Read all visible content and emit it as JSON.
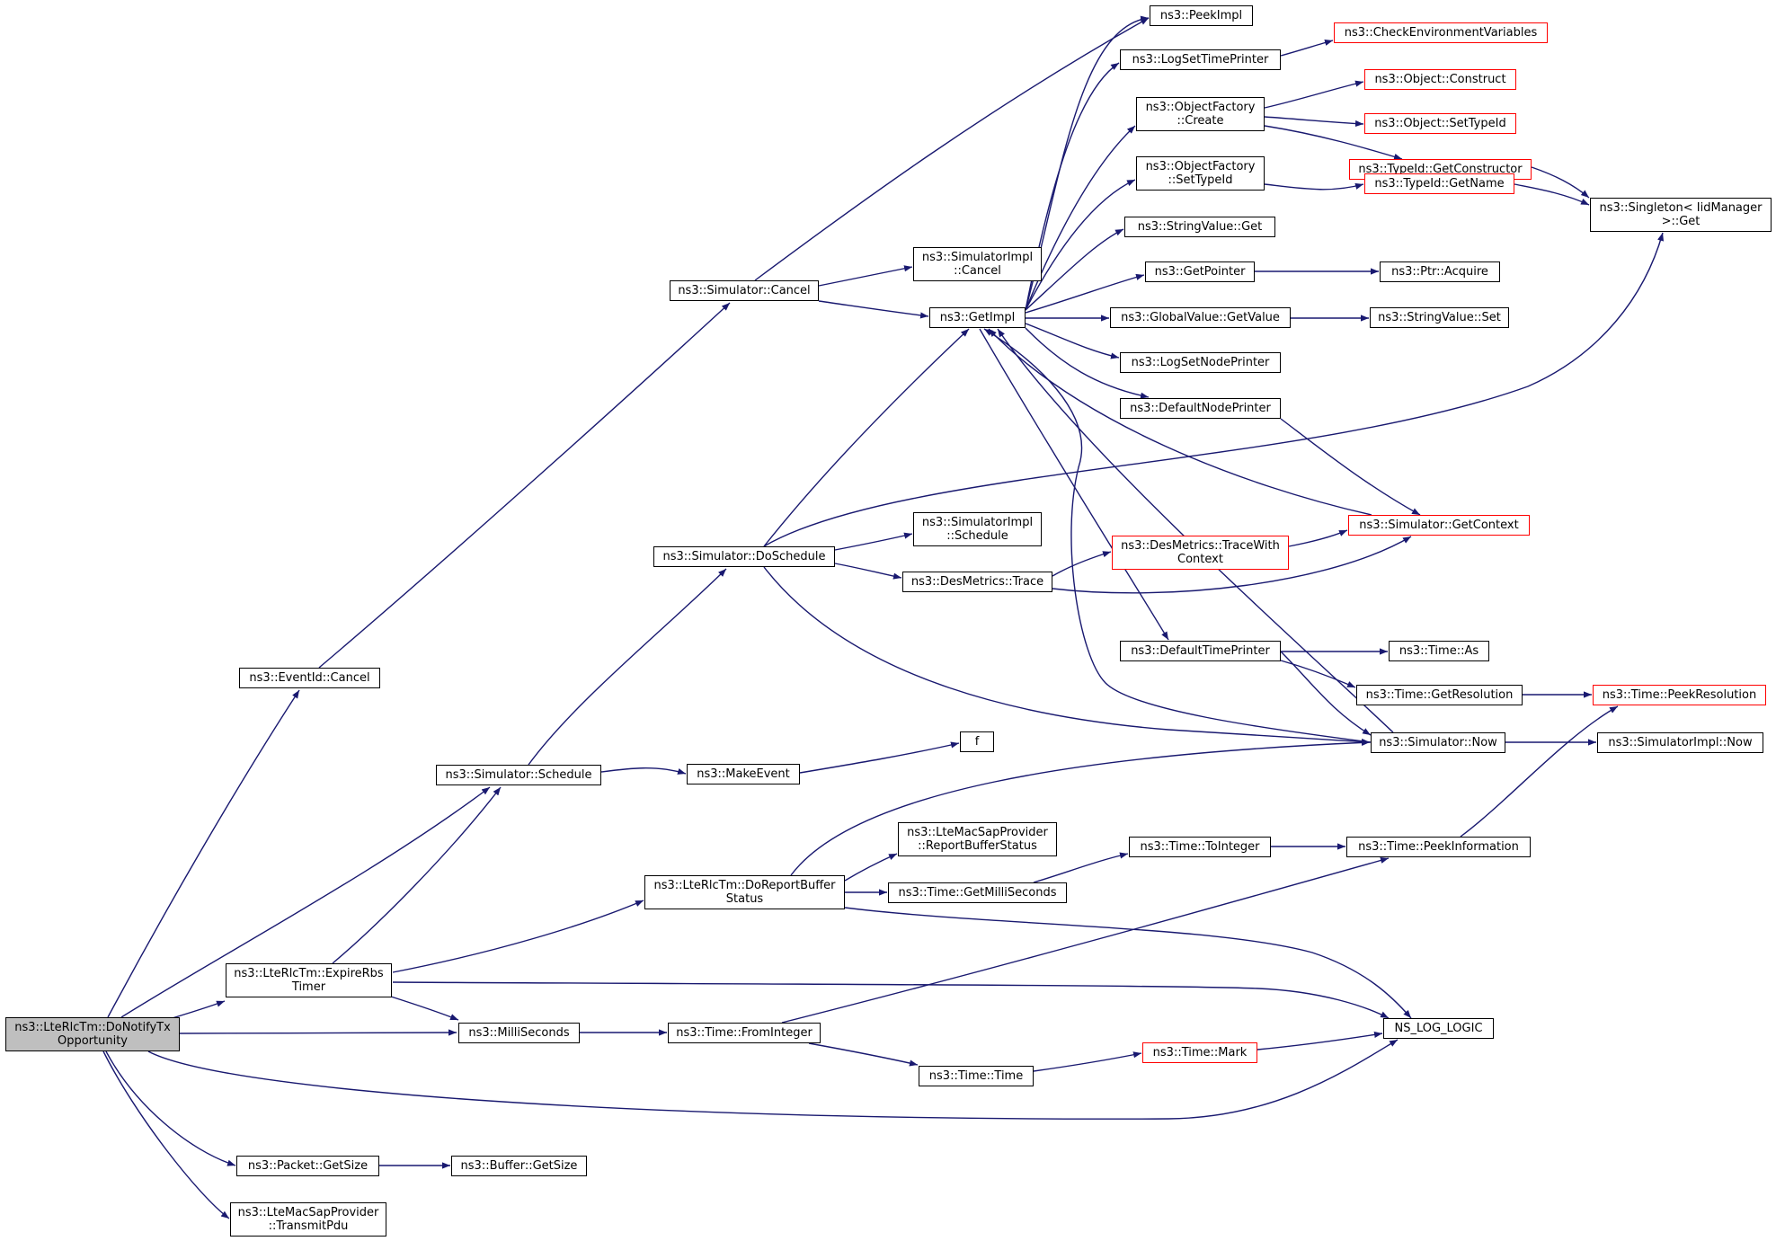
{
  "title": "",
  "colors": {
    "edge": "#191970",
    "box": "#000000",
    "truncated_box": "#ff0000",
    "root_fill": "#bfbfbf"
  },
  "nodes": {
    "root": "ns3::LteRlcTm::DoNotifyTx\nOpportunity",
    "eventid_cancel": "ns3::EventId::Cancel",
    "sim_schedule": "ns3::Simulator::Schedule",
    "expire_rbs": "ns3::LteRlcTm::ExpireRbs\nTimer",
    "milliseconds": "ns3::MilliSeconds",
    "packet_getsize": "ns3::Packet::GetSize",
    "transmit_pdu": "ns3::LteMacSapProvider\n::TransmitPdu",
    "sim_cancel": "ns3::Simulator::Cancel",
    "sim_doschedule": "ns3::Simulator::DoSchedule",
    "makeevent": "ns3::MakeEvent",
    "do_report": "ns3::LteRlcTm::DoReportBuffer\nStatus",
    "time_frominteger": "ns3::Time::FromInteger",
    "buffer_getsize": "ns3::Buffer::GetSize",
    "simimpl_cancel": "ns3::SimulatorImpl\n::Cancel",
    "getimpl": "ns3::GetImpl",
    "simimpl_schedule": "ns3::SimulatorImpl\n::Schedule",
    "desmetrics_trace": "ns3::DesMetrics::Trace",
    "f": "f",
    "report_buffer_status": "ns3::LteMacSapProvider\n::ReportBufferStatus",
    "getmilliseconds": "ns3::Time::GetMilliSeconds",
    "time_time": "ns3::Time::Time",
    "peekimpl": "ns3::PeekImpl",
    "logsettimeprinter": "ns3::LogSetTimePrinter",
    "of_create": "ns3::ObjectFactory\n::Create",
    "of_settypeid": "ns3::ObjectFactory\n::SetTypeId",
    "stringvalue_get": "ns3::StringValue::Get",
    "getpointer": "ns3::GetPointer",
    "globalvalue_getvalue": "ns3::GlobalValue::GetValue",
    "logsetnodeprinter": "ns3::LogSetNodePrinter",
    "defaultnodeprinter": "ns3::DefaultNodePrinter",
    "trace_with_context": "ns3::DesMetrics::TraceWith\nContext",
    "defaulttimeprinter": "ns3::DefaultTimePrinter",
    "time_tointeger": "ns3::Time::ToInteger",
    "time_mark": "ns3::Time::Mark",
    "check_env": "ns3::CheckEnvironmentVariables",
    "object_construct": "ns3::Object::Construct",
    "object_settypeid": "ns3::Object::SetTypeId",
    "typeid_getconstructor": "ns3::TypeId::GetConstructor",
    "typeid_getname": "ns3::TypeId::GetName",
    "ptr_acquire": "ns3::Ptr::Acquire",
    "stringvalue_set": "ns3::StringValue::Set",
    "sim_getcontext": "ns3::Simulator::GetContext",
    "time_as": "ns3::Time::As",
    "time_getresolution": "ns3::Time::GetResolution",
    "sim_now": "ns3::Simulator::Now",
    "time_peekinformation": "ns3::Time::PeekInformation",
    "ns_log_logic": "NS_LOG_LOGIC",
    "singleton_get": "ns3::Singleton< IidManager\n>::Get",
    "time_peekresolution": "ns3::Time::PeekResolution",
    "simimpl_now": "ns3::SimulatorImpl::Now"
  }
}
